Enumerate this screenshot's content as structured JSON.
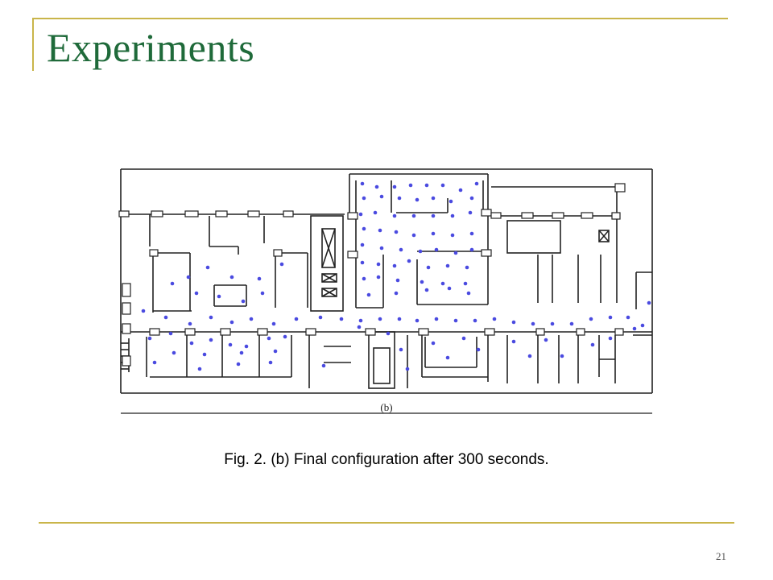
{
  "slide": {
    "title": "Experiments",
    "caption": "Fig. 2. (b) Final configuration after 300 seconds.",
    "page_number": "21"
  },
  "figure": {
    "panel_label": "(b)",
    "sensor_color": "#4a4ae0"
  },
  "theme": {
    "title_color": "#1f6a3a",
    "rule_color": "#c9b54a"
  }
}
